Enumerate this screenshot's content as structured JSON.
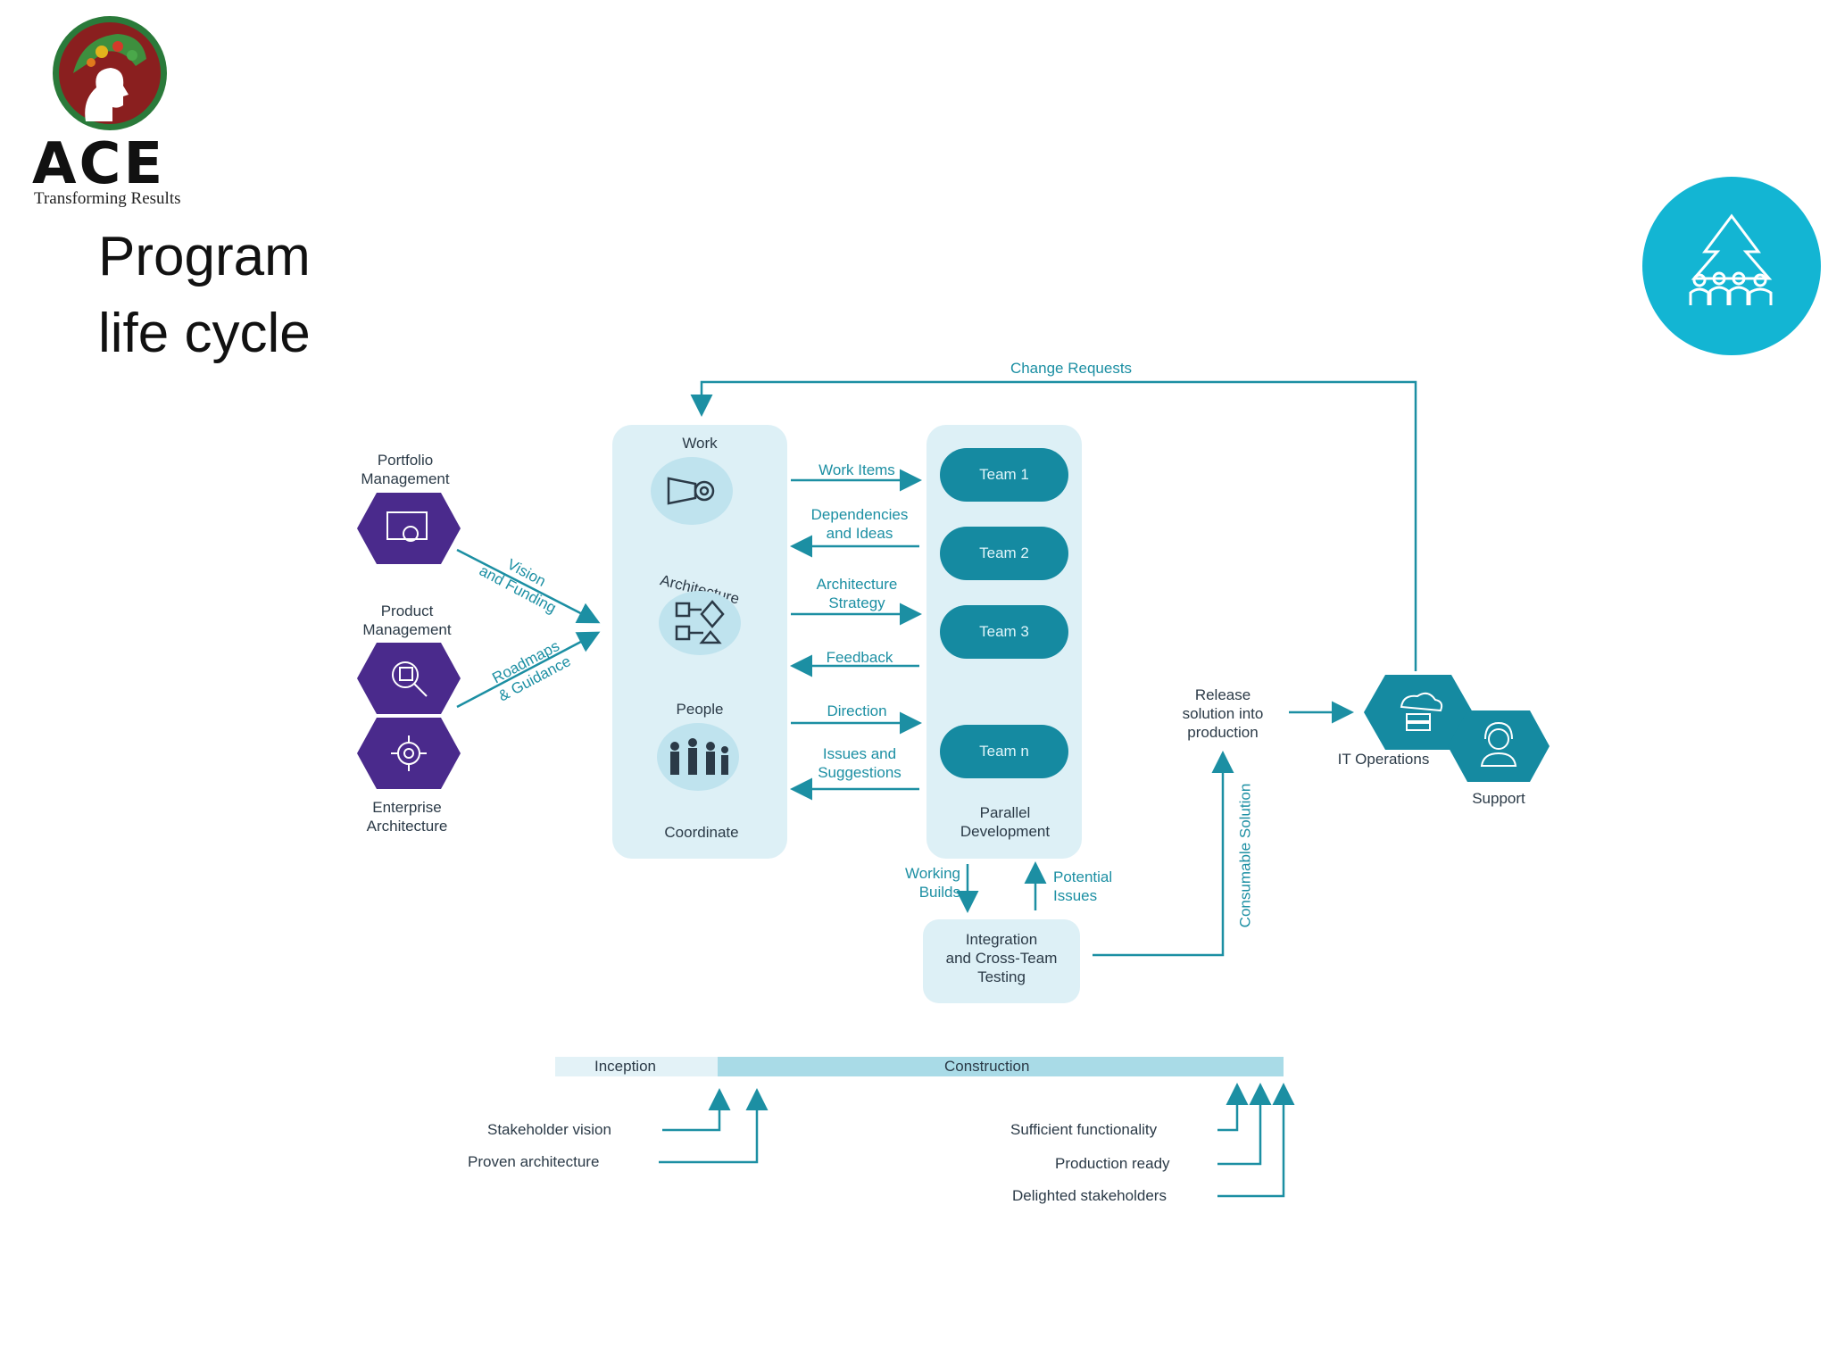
{
  "logo": {
    "wordmark": "ACE",
    "tagline": "Transforming Results"
  },
  "title": {
    "line1": "Program",
    "line2": "life cycle"
  },
  "change_requests": "Change Requests",
  "left_roles": {
    "portfolio": "Portfolio\nManagement",
    "product": "Product\nManagement",
    "enterprise": "Enterprise\nArchitecture"
  },
  "left_flows": {
    "vision": "Vision\nand Funding",
    "roadmaps": "Roadmaps\n& Guidance"
  },
  "coordinate_panel": {
    "work": "Work",
    "architecture": "Architecture",
    "people": "People",
    "footer": "Coordinate"
  },
  "middle_flows": {
    "work_items": "Work Items",
    "dependencies": "Dependencies\nand Ideas",
    "architecture_strategy": "Architecture\nStrategy",
    "feedback": "Feedback",
    "direction": "Direction",
    "issues": "Issues and\nSuggestions"
  },
  "teams": [
    "Team 1",
    "Team 2",
    "Team 3",
    "Team n"
  ],
  "parallel_development": "Parallel\nDevelopment",
  "working_builds": "Working\nBuilds",
  "potential_issues": "Potential\nIssues",
  "integration": "Integration\nand Cross-Team\nTesting",
  "consumable_solution": "Consumable Solution",
  "release": "Release\nsolution into\nproduction",
  "it_operations": "IT Operations",
  "support": "Support",
  "phases": {
    "inception": "Inception",
    "construction": "Construction"
  },
  "milestones": {
    "stakeholder_vision": "Stakeholder vision",
    "proven_architecture": "Proven architecture",
    "sufficient_functionality": "Sufficient functionality",
    "production_ready": "Production ready",
    "delighted_stakeholders": "Delighted stakeholders"
  },
  "colors": {
    "teal": "#158aa1",
    "arrow": "#1c8fa3",
    "panel": "#ddf0f6",
    "purple": "#4a2a8c",
    "badge": "#13b5d3"
  }
}
